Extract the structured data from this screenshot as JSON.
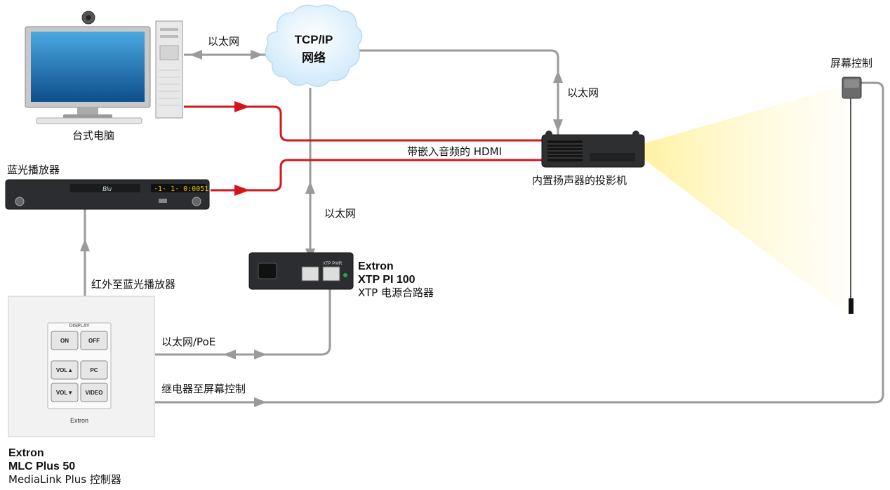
{
  "network": {
    "line1": "TCP/IP",
    "line2": "网络"
  },
  "labels": {
    "ethernet_pc": "以太网",
    "ethernet_projector": "以太网",
    "ethernet_xtp": "以太网",
    "hdmi": "带嵌入音频的 HDMI",
    "ir": "红外至蓝光播放器",
    "ethernet_poe": "以太网/PoE",
    "relay": "继电器至屏幕控制"
  },
  "devices": {
    "desktop": "台式电脑",
    "bluray": "蓝光播放器",
    "projector": "内置扬声器的投影机",
    "screen_control": "屏幕控制",
    "xtp": {
      "brand": "Extron",
      "model": "XTP PI 100",
      "desc": "XTP 电源合路器"
    },
    "mlc": {
      "brand": "Extron",
      "model": "MLC Plus 50",
      "desc": "MediaLink Plus 控制器"
    }
  },
  "mlc_panel": {
    "group_label": "DISPLAY",
    "buttons": [
      "ON",
      "OFF",
      "VOL▲",
      "PC",
      "VOL▼",
      "VIDEO"
    ],
    "logo": "Extron"
  },
  "bluray_display": "·1· 1· 0:0051",
  "xtp_port_label": "XTP PWR",
  "colors": {
    "hdmi": "#d3161b",
    "cable": "#9a9a9a",
    "light": "#fff3b0"
  }
}
